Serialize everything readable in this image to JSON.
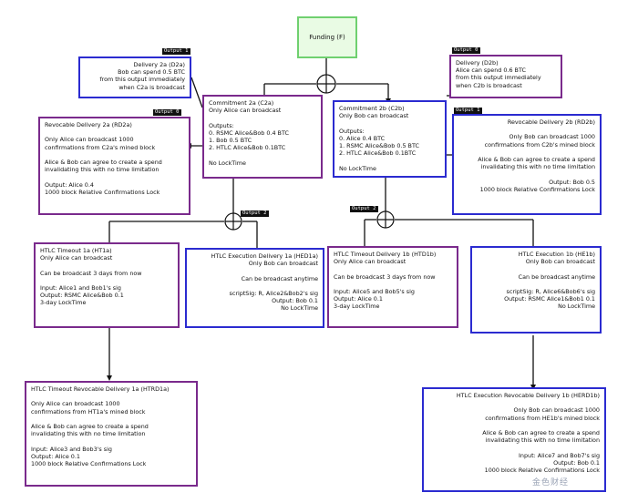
{
  "funding": "Funding (F)",
  "output_tags": {
    "d2a": "Output 1",
    "rd2a": "Output 0",
    "d2b": "Output 0",
    "rd2b": "Output 1",
    "c2a_mid": "Output 2",
    "c2b_mid": "Output 2"
  },
  "delivery_2a": "Delivery 2a (D2a)\nBob can spend 0.5 BTC\nfrom this output immediately\nwhen C2a is broadcast",
  "delivery_2b": "Delivery (D2b)\nAlice can spend 0.6 BTC\nfrom this output immediately\nwhen C2b is broadcast",
  "commitment_2a": "Commitment 2a (C2a)\nOnly Alice can broadcast\n\nOutputs:\n0. RSMC Alice&Bob 0.4 BTC\n1. Bob 0.5 BTC\n2. HTLC Alice&Bob 0.1BTC\n\nNo LockTime",
  "commitment_2b": "Commitment 2b (C2b)\nOnly Bob can broadcast\n\nOutputs:\n0. Alice 0.4 BTC\n1. RSMC Alice&Bob 0.5 BTC\n2. HTLC Alice&Bob 0.1BTC\n\nNo LockTime",
  "revocable_2a": "Revocable Delivery 2a (RD2a)\n\nOnly Alice can broadcast 1000\nconfirmations from C2a's mined block\n\nAlice & Bob can agree to create a spend\ninvalidating this with no time limitation\n\nOutput: Alice 0.4\n1000 block Relative Confirmations Lock",
  "revocable_2b": "Revocable Delivery 2b (RD2b)\n\nOnly Bob can broadcast 1000\nconfirmations from C2b's mined block\n\nAlice & Bob can agree to create a spend\ninvalidating this with no time limitation\n\nOutput: Bob 0.5\n1000 block Relative Confirmations Lock",
  "htlc_timeout_1a": "HTLC Timeout 1a (HT1a)\nOnly Alice can broadcast\n\nCan be broadcast 3 days from now\n\nInput: Alice1 and Bob1's sig\nOutput: RSMC Alice&Bob 0.1\n3-day LockTime",
  "htlc_exec_1a": "HTLC Execution Delivery 1a (HED1a)\nOnly Bob can broadcast\n\nCan be broadcast anytime\n\nscriptSig: R, Alice2&Bob2's sig\nOutput: Bob 0.1\nNo LockTime",
  "htlc_timeout_1b": "HTLC Timeout Delivery 1b (HTD1b)\nOnly Alice can broadcast\n\nCan be broadcast 3 days from now\n\nInput: Alice5 and Bob5's sig\nOutput: Alice 0.1\n3-day LockTime",
  "htlc_exec_1b": "HTLC Execution 1b (HE1b)\nOnly Bob can broadcast\n\nCan be broadcast anytime\n\nscriptSig: R, Alice6&Bob6's sig\nOutput: RSMC Alice1&Bob1 0.1\nNo LockTime",
  "htlc_timeout_rev_1a": "HTLC Timeout Revocable Delivery 1a (HTRD1a)\n\nOnly Alice can broadcast 1000\nconfirmations from HT1a's mined block\n\nAlice & Bob can agree to create a spend\ninvalidating this with no time limitation\n\nInput: Alice3 and Bob3's sig\nOutput: Alice 0.1\n1000 block Relative Confirmations Lock",
  "htlc_exec_rev_1b": "HTLC Execution Revocable Delivery 1b (HERD1b)\n\nOnly Bob can broadcast 1000\nconfirmations from HE1b's mined block\n\nAlice & Bob can agree to create a spend\ninvalidating this with no time limitation\n\nInput: Alice7 and Bob7's sig\nOutput: Bob 0.1\n1000 block Relative Confirmations Lock",
  "watermark": "金色财经"
}
